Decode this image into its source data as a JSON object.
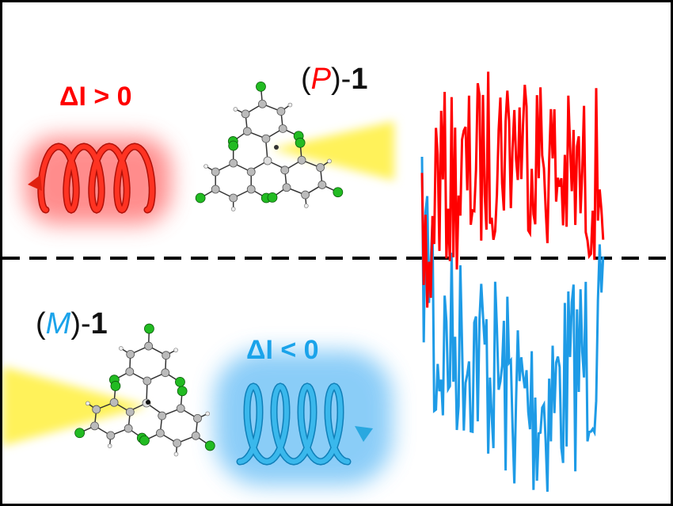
{
  "labels": {
    "positive_delta": "ΔI > 0",
    "negative_delta": "ΔI < 0",
    "p_enantiomer": {
      "open": "(",
      "letter": "P",
      "close": ")-",
      "number": "1"
    },
    "m_enantiomer": {
      "open": "(",
      "letter": "M",
      "close": ")-",
      "number": "1"
    }
  },
  "colors": {
    "positive": "#ff0000",
    "negative": "#1aa3ea",
    "beam": "#fff25a",
    "chlorine": "#22bb22",
    "carbon": "#b8b8b8"
  },
  "icons": [
    "red-helix-icon",
    "blue-helix-icon",
    "light-beam-icon",
    "molecule-p-icon",
    "molecule-m-icon"
  ]
}
